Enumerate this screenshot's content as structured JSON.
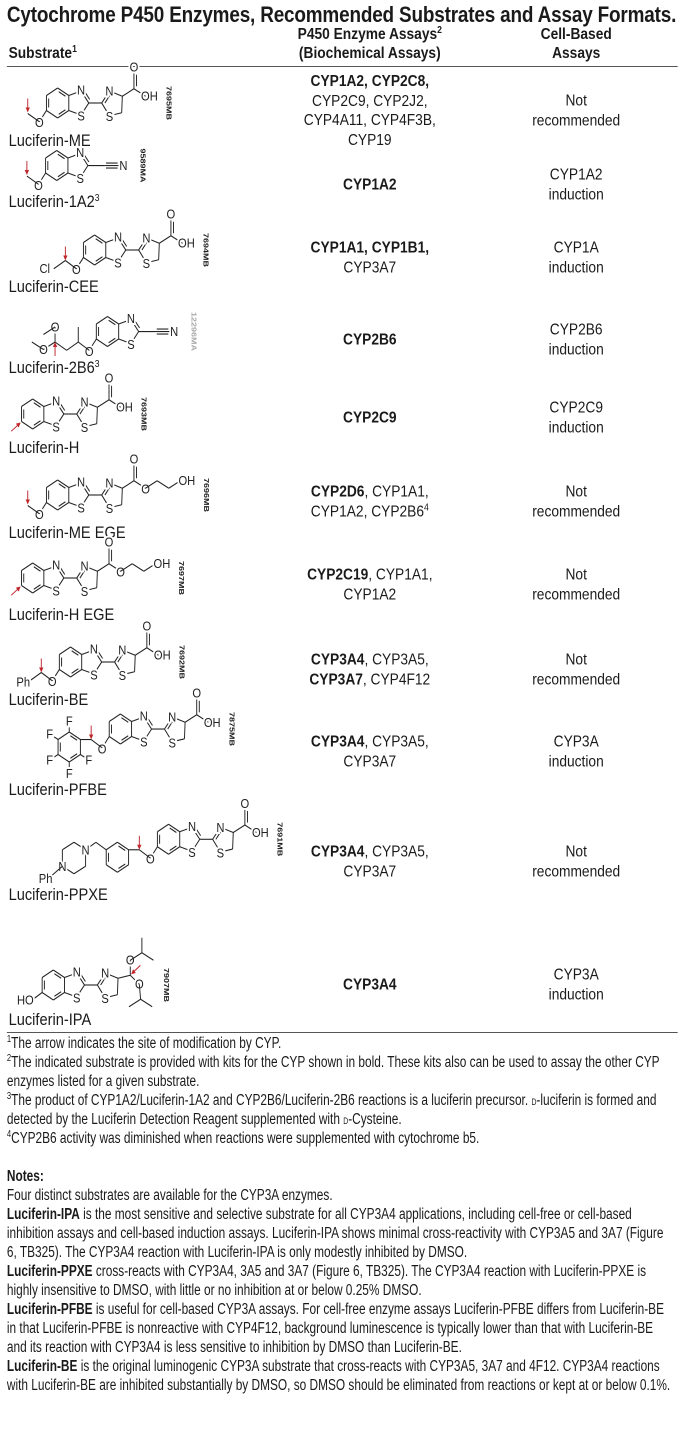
{
  "title": "Cytochrome P450 Enzymes, Recommended Substrates and Assay Formats.",
  "headers": {
    "substrate": "Substrate",
    "substrate_sup": "1",
    "p450_line1": "P450 Enzyme Assays",
    "p450_sup": "2",
    "p450_line2": "(Biochemical Assays)",
    "cell_line1": "Cell-Based",
    "cell_line2": "Assays"
  },
  "rows": [
    {
      "name": "Luciferin-ME",
      "sup": "",
      "code": "7695MB",
      "enzymes": [
        [
          {
            "t": "CYP1A2, CYP2C8,",
            "b": true
          }
        ],
        [
          {
            "t": "CYP2C9, CYP2J2,"
          }
        ],
        [
          {
            "t": "CYP4A11, CYP4F3B,"
          }
        ],
        [
          {
            "t": "CYP19"
          }
        ]
      ],
      "cell": [
        "Not",
        "recommended"
      ]
    },
    {
      "name": "Luciferin-1A2",
      "sup": "3",
      "code": "9589MA",
      "enzymes": [
        [
          {
            "t": "CYP1A2",
            "b": true
          }
        ]
      ],
      "cell": [
        "CYP1A2",
        "induction"
      ]
    },
    {
      "name": "Luciferin-CEE",
      "sup": "",
      "code": "7694MB",
      "enzymes": [
        [
          {
            "t": "CYP1A1, CYP1B1,",
            "b": true
          }
        ],
        [
          {
            "t": "CYP3A7"
          }
        ]
      ],
      "cell": [
        "CYP1A",
        "induction"
      ]
    },
    {
      "name": "Luciferin-2B6",
      "sup": "3",
      "code": "12296MA",
      "enzymes": [
        [
          {
            "t": "CYP2B6",
            "b": true
          }
        ]
      ],
      "cell": [
        "CYP2B6",
        "induction"
      ]
    },
    {
      "name": "Luciferin-H",
      "sup": "",
      "code": "7693MB",
      "enzymes": [
        [
          {
            "t": "CYP2C9",
            "b": true
          }
        ]
      ],
      "cell": [
        "CYP2C9",
        "induction"
      ]
    },
    {
      "name": "Luciferin-ME EGE",
      "sup": "",
      "code": "7696MB",
      "enzymes": [
        [
          {
            "t": "CYP2D6",
            "b": true
          },
          {
            "t": ", CYP1A1,"
          }
        ],
        [
          {
            "t": "CYP1A2, CYP2B6"
          },
          {
            "t": "4",
            "sup": true
          }
        ]
      ],
      "cell": [
        "Not",
        "recommended"
      ]
    },
    {
      "name": "Luciferin-H EGE",
      "sup": "",
      "code": "7697MB",
      "enzymes": [
        [
          {
            "t": "CYP2C19",
            "b": true
          },
          {
            "t": ", CYP1A1,"
          }
        ],
        [
          {
            "t": "CYP1A2"
          }
        ]
      ],
      "cell": [
        "Not",
        "recommended"
      ]
    },
    {
      "name": "Luciferin-BE",
      "sup": "",
      "code": "7692MB",
      "enzymes": [
        [
          {
            "t": "CYP3A4",
            "b": true
          },
          {
            "t": ", CYP3A5,"
          }
        ],
        [
          {
            "t": "CYP3A7",
            "b": true
          },
          {
            "t": ", CYP4F12"
          }
        ]
      ],
      "cell": [
        "Not",
        "recommended"
      ]
    },
    {
      "name": "Luciferin-PFBE",
      "sup": "",
      "code": "7875MB",
      "enzymes": [
        [
          {
            "t": "CYP3A4",
            "b": true
          },
          {
            "t": ", CYP3A5,"
          }
        ],
        [
          {
            "t": "CYP3A7"
          }
        ]
      ],
      "cell": [
        "CYP3A",
        "induction"
      ]
    },
    {
      "name": "Luciferin-PPXE",
      "sup": "",
      "code": "7691MB",
      "enzymes": [
        [
          {
            "t": "CYP3A4",
            "b": true
          },
          {
            "t": ", CYP3A5,"
          }
        ],
        [
          {
            "t": "CYP3A7"
          }
        ]
      ],
      "cell": [
        "Not",
        "recommended"
      ]
    },
    {
      "name": "Luciferin-IPA",
      "sup": "",
      "code": "7907MB",
      "enzymes": [
        [
          {
            "t": "CYP3A4",
            "b": true
          }
        ]
      ],
      "cell": [
        "CYP3A",
        "induction"
      ]
    }
  ],
  "footnotes": [
    {
      "num": "1",
      "text": "The arrow indicates the site of modification by CYP."
    },
    {
      "num": "2",
      "text": "The indicated substrate is provided with kits for the CYP shown in bold. These kits also can be used to assay the other CYP enzymes listed for a given substrate."
    },
    {
      "num": "3",
      "text_a": "The product of CYP1A2/Luciferin-1A2 and CYP2B6/Luciferin-2B6 reactions is a luciferin precursor. ",
      "sc1": "d",
      "text_b": "-luciferin is formed and detected by the Luciferin Detection Reagent supplemented with ",
      "sc2": "d",
      "text_c": "-Cysteine."
    },
    {
      "num": "4",
      "text": "CYP2B6 activity was diminished when reactions were supplemented with cytochrome b5."
    }
  ],
  "notes": {
    "heading": "Notes:",
    "intro": "Four distinct substrates are available for the CYP3A enzymes.",
    "paragraphs": [
      {
        "lead": "Luciferin-IPA",
        "text": " is the most sensitive and selective substrate for all CYP3A4 applications, including cell-free or cell-based inhibition assays and cell-based induction assays. Luciferin-IPA shows minimal cross-reactivity with CYP3A5 and 3A7 (Figure 6, TB325). The CYP3A4 reaction with Luciferin-IPA is only modestly inhibited by DMSO."
      },
      {
        "lead": "Luciferin-PPXE",
        "text": " cross-reacts with CYP3A4, 3A5 and 3A7 (Figure 6, TB325). The CYP3A4 reaction with Luciferin-PPXE is highly insensitive to DMSO, with little or no inhibition at or below 0.25% DMSO."
      },
      {
        "lead": "Luciferin-PFBE",
        "text": " is useful for cell-based CYP3A assays. For cell-free enzyme assays Luciferin-PFBE differs from Luciferin-BE in that Luciferin-PFBE is nonreactive with CYP4F12, background luminescence is typically lower than that with Luciferin-BE and its reaction with CYP3A4 is less sensitive to inhibition by DMSO than Luciferin-BE."
      },
      {
        "lead": "Luciferin-BE",
        "text": " is the original luminogenic CYP3A substrate that cross-reacts with CYP3A5, 3A7 and 4F12. CYP3A4 reactions with Luciferin-BE are inhibited substantially by DMSO, so DMSO should be eliminated from reactions or kept at or below 0.1%."
      }
    ]
  },
  "colors": {
    "arrow": "#c0272d",
    "text": "#1a1a1a",
    "rule": "#555555",
    "faded_code": "#aaaaaa"
  }
}
